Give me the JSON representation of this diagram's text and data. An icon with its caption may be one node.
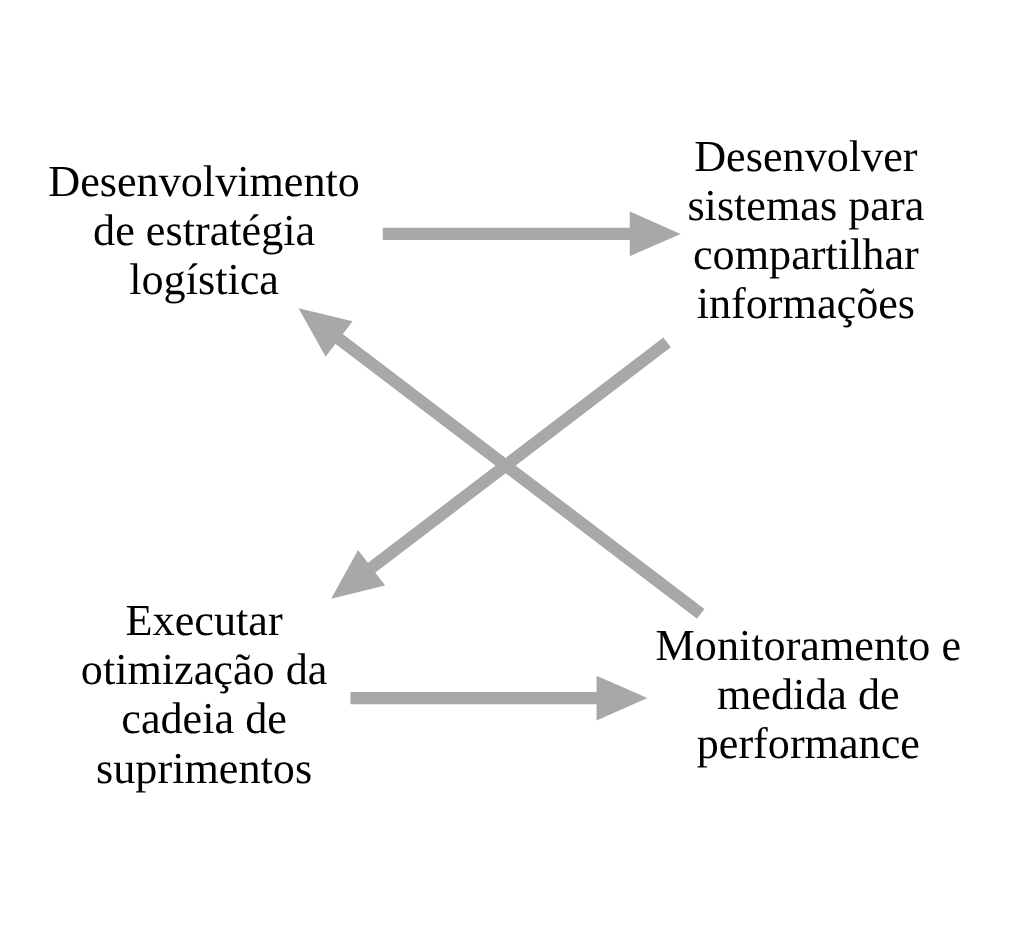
{
  "diagram": {
    "nodes": [
      {
        "text": [
          "Desenvolvimento de estratégia logística"
        ]
      },
      {
        "text": [
          "Desenvolver sistemas para compartilhar informações"
        ]
      },
      {
        "text": [
          "Executar otimização da cadeia de suprimentos"
        ]
      },
      {
        "text": [
          "Monitoramento e medida de performance"
        ]
      }
    ],
    "edges": [
      {
        "from": 0,
        "to": 1,
        "arrow": "to"
      },
      {
        "from": 1,
        "to": 2,
        "arrow": "to"
      },
      {
        "from": 2,
        "to": 3,
        "arrow": "to"
      },
      {
        "from": 3,
        "to": 0,
        "arrow": "to"
      }
    ]
  }
}
